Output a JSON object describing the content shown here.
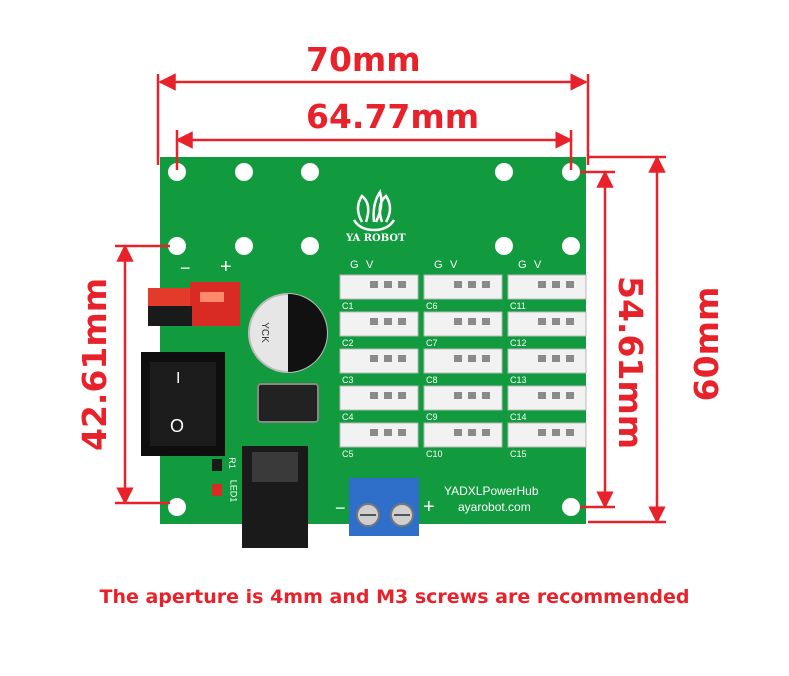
{
  "dimensions": {
    "width_outer": "70mm",
    "width_holes": "64.77mm",
    "height_outer": "60mm",
    "height_holes_right": "54.61mm",
    "height_holes_left": "42.61mm"
  },
  "board": {
    "logo_text": "YA ROBOT",
    "product_name": "YADXLPowerHub",
    "website": "ayarobot.com",
    "capacitor_text": "YCK",
    "switch_on": "I",
    "switch_off": "O",
    "polarity_minus_top": "−",
    "polarity_plus_top": "+",
    "polarity_minus_bottom": "−",
    "polarity_plus_bottom": "+",
    "led_labels": [
      "R1",
      "LED1"
    ],
    "column_header": [
      "G",
      "V"
    ],
    "connector_labels": [
      "C1",
      "C2",
      "C3",
      "C4",
      "C5",
      "C6",
      "C7",
      "C8",
      "C9",
      "C10",
      "C11",
      "C12",
      "C13",
      "C14",
      "C15"
    ],
    "colors": {
      "pcb": "#119a3e",
      "dimension": "#e8222a",
      "connector": "#f2f2f2",
      "terminal": "#2f6fc9"
    }
  },
  "caption": "The aperture is 4mm and M3 screws are recommended"
}
